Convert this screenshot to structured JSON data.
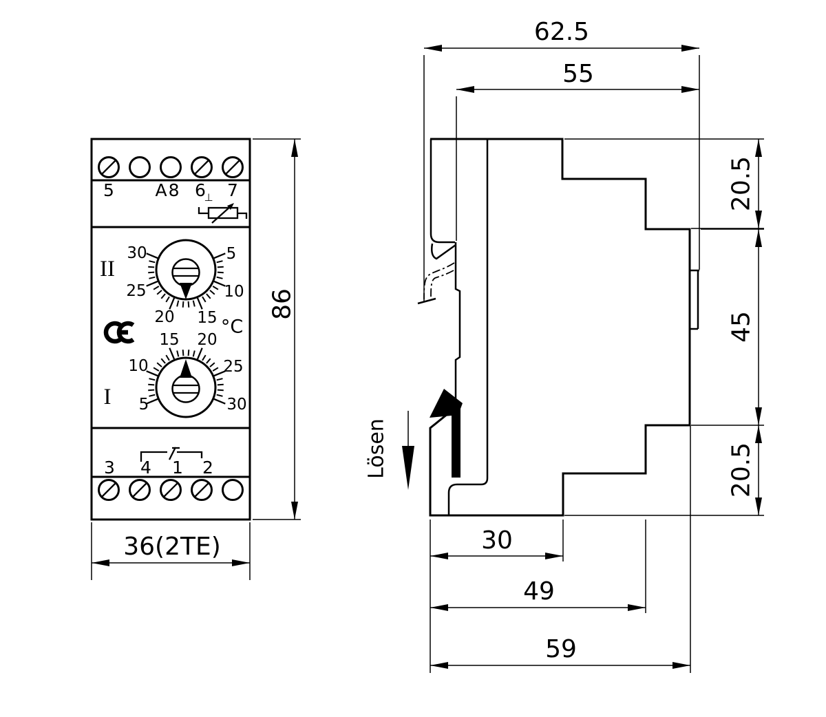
{
  "drawing": {
    "front_view": {
      "width_label": "36(2TE)",
      "height_label": "86",
      "channel_upper_label": "II",
      "channel_lower_label": "I",
      "unit_label": "°C",
      "ce_mark": "CE",
      "top_terminals": [
        "5",
        "A8",
        "6",
        "7"
      ],
      "earth_mark": "⊥",
      "bottom_terminals": [
        "3",
        "4",
        "1",
        "2"
      ],
      "upper_scale": [
        "5",
        "10",
        "15",
        "20",
        "25",
        "30"
      ],
      "lower_scale": [
        "5",
        "10",
        "15",
        "20",
        "25",
        "30"
      ]
    },
    "side_view": {
      "release_label": "Lösen",
      "depth_total": "62.5",
      "depth_rail": "55",
      "height_top_step": "20.5",
      "height_front": "45",
      "height_bottom_step": "20.5",
      "width_lower_step": "30",
      "width_mid_step": "49",
      "width_base": "59"
    }
  }
}
